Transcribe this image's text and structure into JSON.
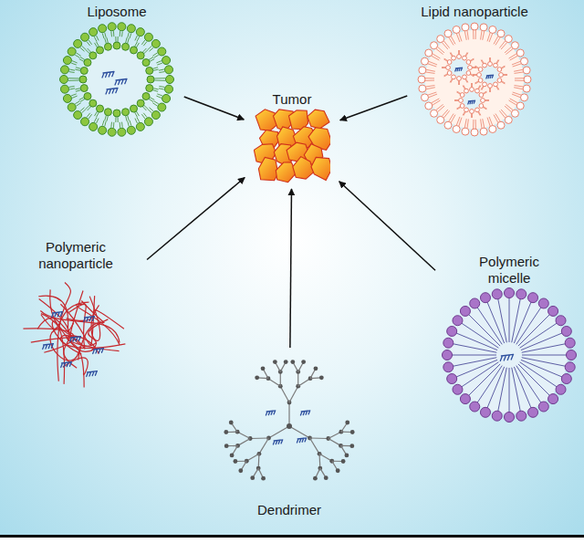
{
  "diagram": {
    "nodes": [
      {
        "text": [
          "Liposome"
        ]
      },
      {
        "text": [
          "Lipid nanoparticle"
        ]
      },
      {
        "text": [
          "Tumor"
        ]
      },
      {
        "text": [
          "Polymeric nanoparticle"
        ]
      },
      {
        "text": [
          "Polymeric micelle"
        ]
      },
      {
        "text": [
          "Dendrimer"
        ]
      }
    ],
    "edges": [
      {
        "from": 0,
        "to": 2,
        "arrow": "to"
      },
      {
        "from": 1,
        "to": 2,
        "arrow": "to"
      },
      {
        "from": 3,
        "to": 2,
        "arrow": "to"
      },
      {
        "from": 4,
        "to": 2,
        "arrow": "to"
      },
      {
        "from": 5,
        "to": 2,
        "arrow": "to"
      }
    ]
  }
}
